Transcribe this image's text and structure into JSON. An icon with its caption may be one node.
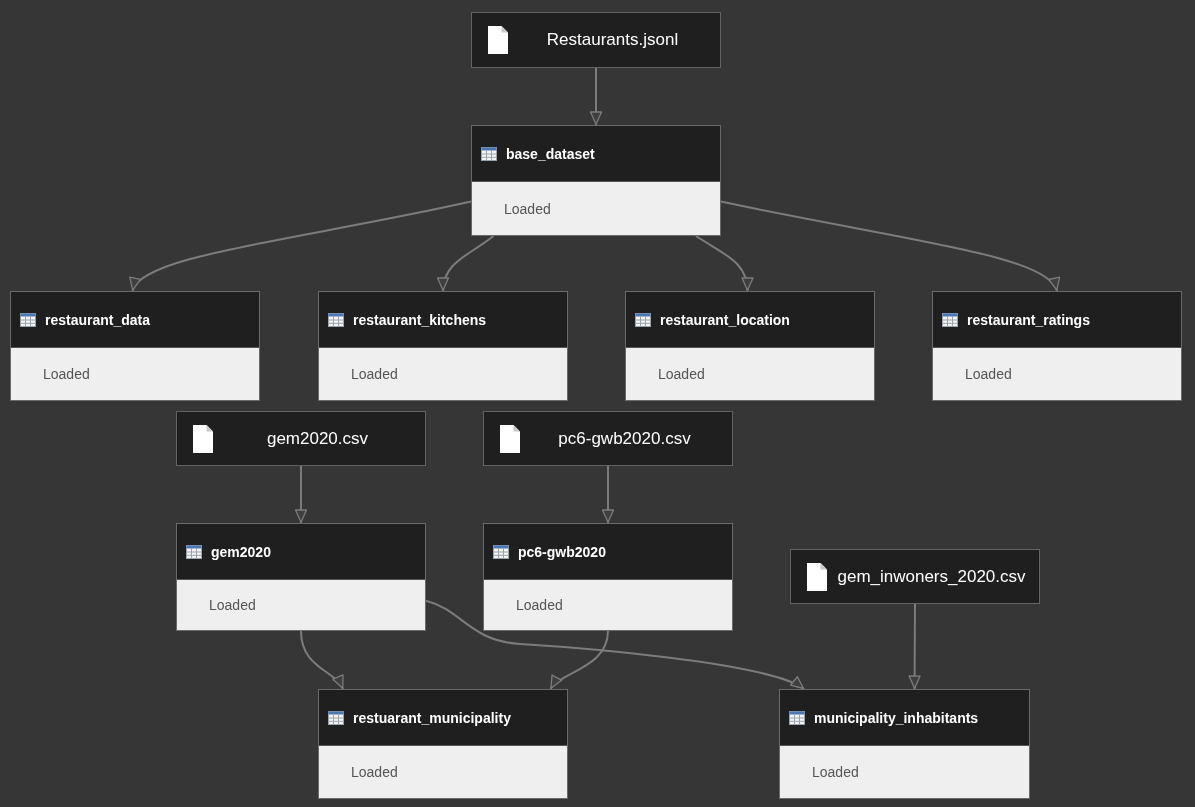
{
  "diagram": {
    "nodes": [
      {
        "text": [
          "Restaurants.jsonl"
        ]
      },
      {
        "text": [
          "base_dataset",
          "Loaded"
        ]
      },
      {
        "text": [
          "restaurant_data",
          "Loaded"
        ]
      },
      {
        "text": [
          "restaurant_kitchens",
          "Loaded"
        ]
      },
      {
        "text": [
          "restaurant_location",
          "Loaded"
        ]
      },
      {
        "text": [
          "restaurant_ratings",
          "Loaded"
        ]
      },
      {
        "text": [
          "gem2020.csv"
        ]
      },
      {
        "text": [
          "pc6-gwb2020.csv"
        ]
      },
      {
        "text": [
          "gem2020",
          "Loaded"
        ]
      },
      {
        "text": [
          "pc6-gwb2020",
          "Loaded"
        ]
      },
      {
        "text": [
          "gem_inwoners_2020.csv"
        ]
      },
      {
        "text": [
          "restuarant_municipality",
          "Loaded"
        ]
      },
      {
        "text": [
          "municipality_inhabitants",
          "Loaded"
        ]
      }
    ],
    "edges": [
      {
        "from": 0,
        "to": 1,
        "arrow": "to"
      },
      {
        "from": 1,
        "to": 2,
        "arrow": "to"
      },
      {
        "from": 1,
        "to": 3,
        "arrow": "to"
      },
      {
        "from": 1,
        "to": 4,
        "arrow": "to"
      },
      {
        "from": 1,
        "to": 5,
        "arrow": "to"
      },
      {
        "from": 6,
        "to": 8,
        "arrow": "to"
      },
      {
        "from": 7,
        "to": 9,
        "arrow": "to"
      },
      {
        "from": 8,
        "to": 11,
        "arrow": "to"
      },
      {
        "from": 9,
        "to": 11,
        "arrow": "to"
      },
      {
        "from": 8,
        "to": 12,
        "arrow": "to"
      },
      {
        "from": 10,
        "to": 12,
        "arrow": "to"
      }
    ]
  }
}
